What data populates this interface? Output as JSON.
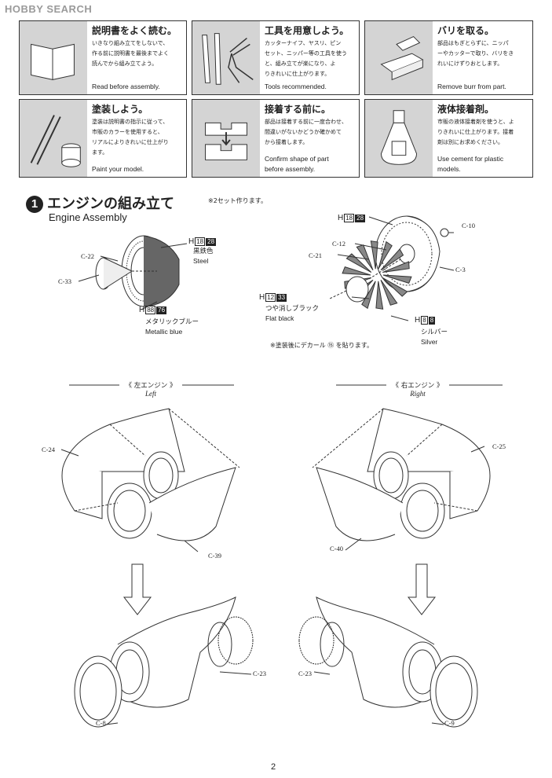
{
  "watermark": "HOBBY SEARCH",
  "tips": [
    {
      "title": "説明書をよく読む。",
      "jp": "いきなり組み立てをしないで、\n作る前に説明書を最後までよく\n読んでから組み立てよう。",
      "en": "Read before assembly."
    },
    {
      "title": "工具を用意しよう。",
      "jp": "カッターナイフ、ヤスリ、ピン\nセット、ニッパー等の工具を使う\nと、組み立てが楽になり、よ\nりきれいに仕上がります。",
      "en": "Tools recommended."
    },
    {
      "title": "バリを取る。",
      "jp": "部品はもぎとらずに、ニッパ\nーやカッターで取り、バリをき\nれいにけずりおとします。",
      "en": "Remove burr from part."
    },
    {
      "title": "塗装しよう。",
      "jp": "塗装は説明書の指示に従って、\n市販のカラーを使用すると、\nリアルによりきれいに仕上がり\nます。",
      "en": "Paint your model."
    },
    {
      "title": "接着する前に。",
      "jp": "部品は接着する前に一度合わせ、\n間違いがないかどうか確かめて\nから接着します。",
      "en": "Confirm shape of part\nbefore assembly."
    },
    {
      "title": "液体接着剤。",
      "jp": "市販の液体接着剤を使うと、よ\nりきれいに仕上がります。接着\n剤は別にお求めください。",
      "en": "Use cement for plastic\nmodels."
    }
  ],
  "step": {
    "number": "1",
    "title": "エンジンの組み立て",
    "subtitle": "Engine Assembly",
    "note": "※2セット作ります。"
  },
  "colors": {
    "steel": {
      "h": "H",
      "h1": "18",
      "h2": "28",
      "jp": "黒鉄色",
      "en": "Steel"
    },
    "metallic_blue": {
      "h": "H",
      "h1": "88",
      "h2": "76",
      "jp": "メタリックブルー",
      "en": "Metallic blue"
    },
    "steel_right": {
      "h": "H",
      "h1": "18",
      "h2": "28"
    },
    "flat_black": {
      "h": "H",
      "h1": "12",
      "h2": "33",
      "jp": "つや消しブラック",
      "en": "Flat black"
    },
    "silver": {
      "h": "H",
      "h1": "8",
      "h2": "8",
      "jp": "シルバー",
      "en": "Silver"
    }
  },
  "decal_note": "※塗装後にデカール ⑮ を貼ります。",
  "parts": {
    "c22": "C-22",
    "c33": "C-33",
    "c10": "C-10",
    "c12": "C-12",
    "c21": "C-21",
    "c3": "C-3",
    "c24": "C-24",
    "c39": "C-39",
    "c25": "C-25",
    "c40": "C-40",
    "c23l": "C-23",
    "c23r": "C-23",
    "c8": "C-8",
    "c9": "C-9"
  },
  "left_engine": {
    "jp": "《 左エンジン 》",
    "en": "Left"
  },
  "right_engine": {
    "jp": "《 右エンジン 》",
    "en": "Right"
  },
  "page_number": "2",
  "accent_gray": "#d4d4d4"
}
